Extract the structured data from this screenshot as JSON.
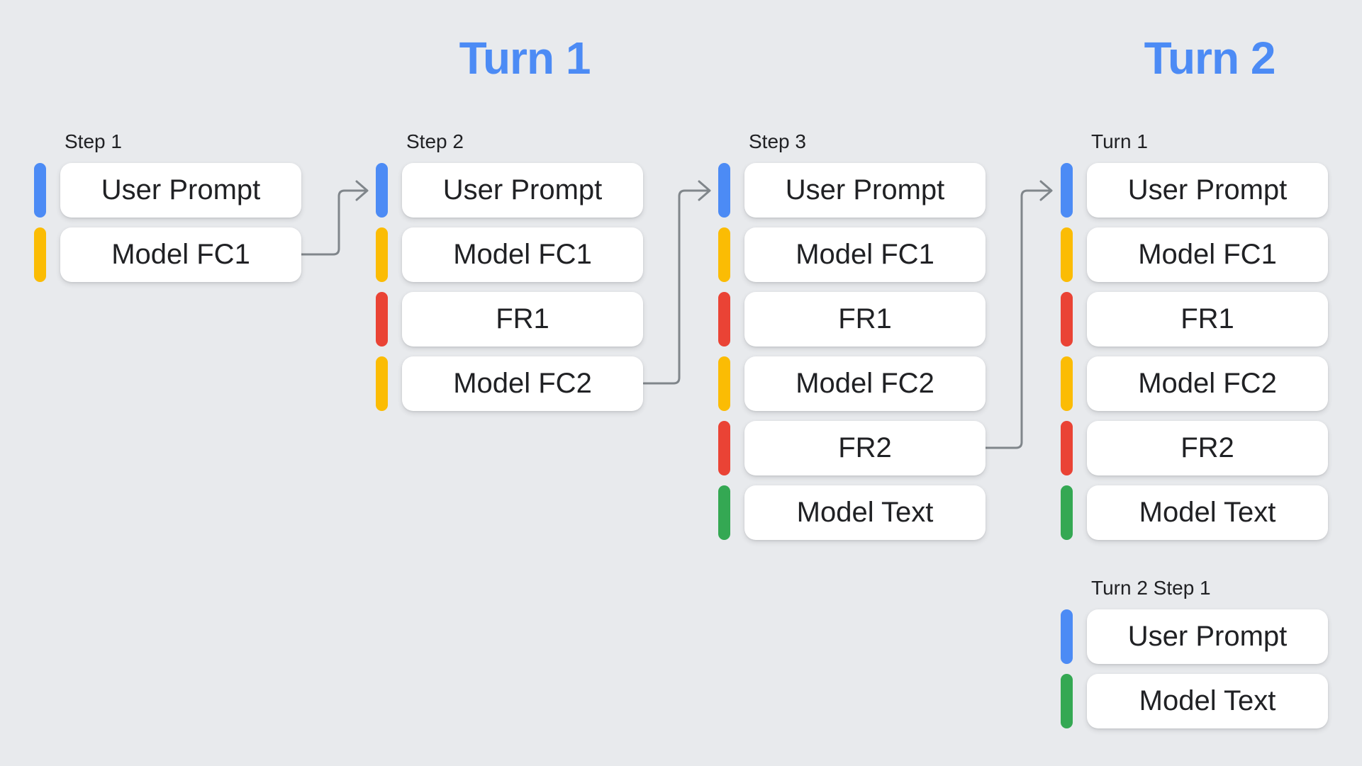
{
  "colors": {
    "blue": "#4C8BF5",
    "yellow": "#FBBC04",
    "red": "#EA4335",
    "green": "#34A853",
    "arrow_gray": "#80868B",
    "background": "#E8EAED",
    "box_white": "#FFFFFF",
    "text_dark": "#202124",
    "header_blue": "#4C8BF5"
  },
  "headers": [
    {
      "label": "Turn 1"
    },
    {
      "label": "Turn 2"
    }
  ],
  "columns": [
    {
      "label": "Step 1",
      "items": [
        {
          "label": "User Prompt",
          "color": "blue"
        },
        {
          "label": "Model FC1",
          "color": "yellow"
        }
      ]
    },
    {
      "label": "Step 2",
      "items": [
        {
          "label": "User Prompt",
          "color": "blue"
        },
        {
          "label": "Model FC1",
          "color": "yellow"
        },
        {
          "label": "FR1",
          "color": "red"
        },
        {
          "label": "Model FC2",
          "color": "yellow"
        }
      ]
    },
    {
      "label": "Step 3",
      "items": [
        {
          "label": "User Prompt",
          "color": "blue"
        },
        {
          "label": "Model FC1",
          "color": "yellow"
        },
        {
          "label": "FR1",
          "color": "red"
        },
        {
          "label": "Model FC2",
          "color": "yellow"
        },
        {
          "label": "FR2",
          "color": "red"
        },
        {
          "label": "Model Text",
          "color": "green"
        }
      ]
    },
    {
      "label": "Turn 1",
      "items": [
        {
          "label": "User Prompt",
          "color": "blue"
        },
        {
          "label": "Model FC1",
          "color": "yellow"
        },
        {
          "label": "FR1",
          "color": "red"
        },
        {
          "label": "Model FC2",
          "color": "yellow"
        },
        {
          "label": "FR2",
          "color": "red"
        },
        {
          "label": "Model Text",
          "color": "green"
        }
      ]
    },
    {
      "label": "Turn 2 Step 1",
      "items": [
        {
          "label": "User Prompt",
          "color": "blue"
        },
        {
          "label": "Model Text",
          "color": "green"
        }
      ]
    }
  ],
  "arrows": [
    {
      "from": "Step 1 / Model FC1",
      "to": "Step 2 / User Prompt"
    },
    {
      "from": "Step 2 / Model FC2",
      "to": "Step 3 / User Prompt"
    },
    {
      "from": "Step 3 / FR2",
      "to": "Turn 2 Turn 1 / User Prompt"
    }
  ]
}
